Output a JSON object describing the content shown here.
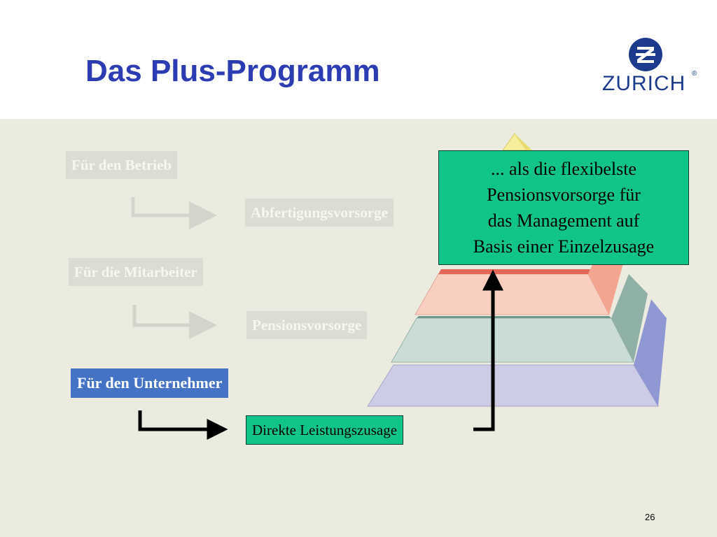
{
  "slide": {
    "title": "Das Plus-Programm",
    "page_number": "26"
  },
  "logo": {
    "wordmark": "ZURICH",
    "registered": "®",
    "icon": "zurich-z-icon",
    "color": "#1d3b8c"
  },
  "levels": [
    {
      "label": "Für den Betrieb",
      "result": "Abfertigungsvorsorge",
      "active": false
    },
    {
      "label": "Für die Mitarbeiter",
      "result": "Pensionsvorsorge",
      "active": false
    },
    {
      "label": "Für den Unternehmer",
      "result": "Direkte Leistungszusage",
      "active": true
    }
  ],
  "callout": {
    "lines": [
      "... als die flexibelste",
      "Pensionsvorsorge für",
      "das Management auf",
      "Basis einer Einzelzusage"
    ]
  },
  "colors": {
    "title": "#2c3db4",
    "active_label_bg": "#4472c4",
    "green_box": "#10c48a",
    "background": "#ecebdf",
    "faded_box": "#dcdcd4"
  }
}
